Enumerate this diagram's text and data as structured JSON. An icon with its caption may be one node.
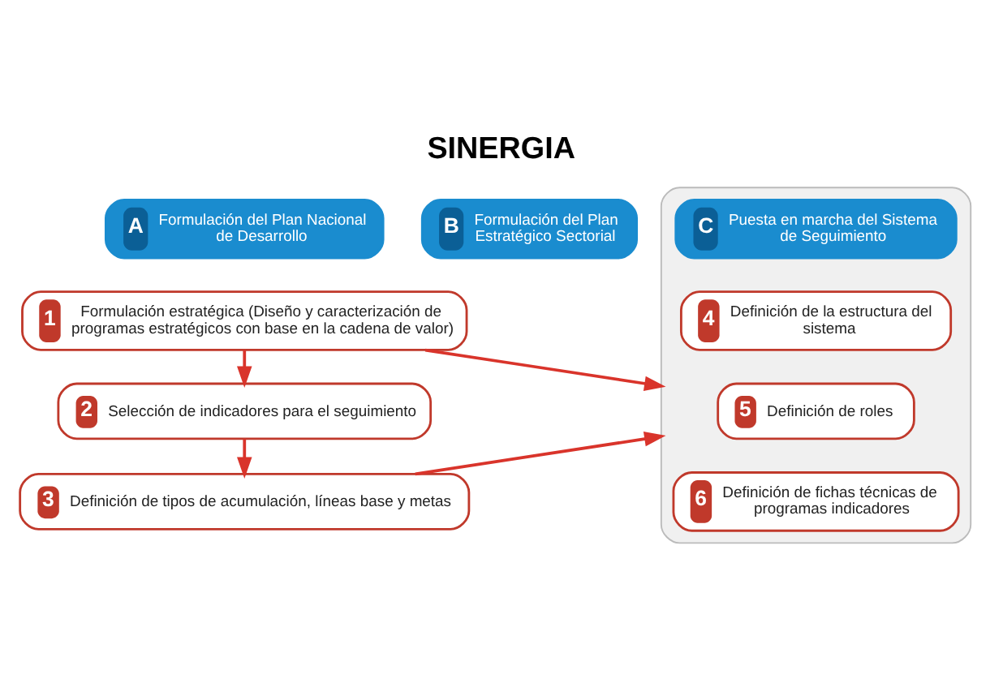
{
  "diagram": {
    "title": "SINERGIA",
    "nodes": [
      {
        "text": [
          "A",
          "Formulación del Plan Nacional de Desarrollo"
        ]
      },
      {
        "text": [
          "B",
          "Formulación del Plan Estratégico Sectorial"
        ]
      },
      {
        "text": [
          "1",
          "Formulación estratégica (Diseño y caracterización de programas estratégicos con base en la cadena de valor)"
        ]
      },
      {
        "text": [
          "2",
          "Selección de indicadores para el seguimiento"
        ]
      },
      {
        "text": [
          "3",
          "Definición de tipos de acumulación, líneas base y metas"
        ]
      },
      {
        "text": [],
        "shape": "box"
      },
      {
        "text": [
          "C",
          "Puesta en marcha del Sistema de Seguimiento"
        ],
        "in": 5
      },
      {
        "text": [
          "4",
          "Definición de la estructura del sistema"
        ],
        "in": 5
      },
      {
        "text": [
          "5",
          "Definición de roles"
        ],
        "in": 5
      },
      {
        "text": [
          "6",
          "Definición de fichas técnicas de programas indicadores"
        ],
        "in": 5
      }
    ],
    "edges": [
      {
        "from": 2,
        "to": 3,
        "arrow": "to"
      },
      {
        "from": 3,
        "to": 4,
        "arrow": "to"
      },
      {
        "from": 2,
        "to": 5,
        "arrow": "to"
      },
      {
        "from": 4,
        "to": 5,
        "arrow": "to"
      }
    ]
  }
}
